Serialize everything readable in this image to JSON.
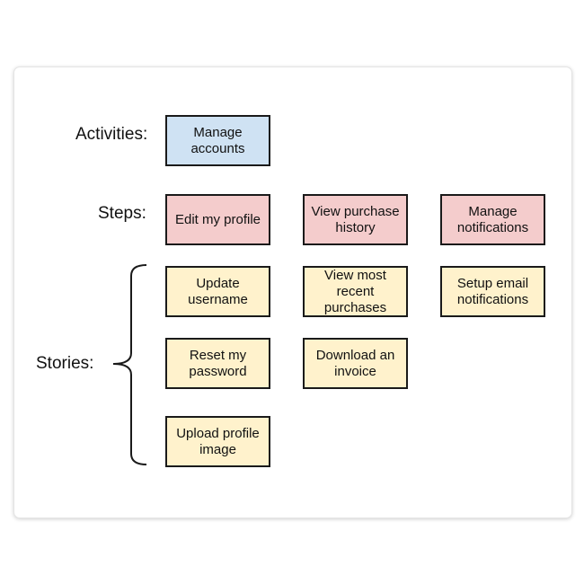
{
  "diagram": {
    "labels": {
      "activities": "Activities:",
      "steps": "Steps:",
      "stories": "Stories:"
    },
    "colors": {
      "activity": "#cfe2f3",
      "step": "#f4cccc",
      "story": "#fff2cc",
      "border": "#1a1a1a"
    },
    "activities": [
      {
        "text": "Manage accounts"
      }
    ],
    "steps": [
      {
        "text": "Edit my profile"
      },
      {
        "text": "View purchase history"
      },
      {
        "text": "Manage notifications"
      }
    ],
    "stories": [
      {
        "text": "Update username"
      },
      {
        "text": "View most recent purchases"
      },
      {
        "text": "Setup email notifications"
      },
      {
        "text": "Reset my password"
      },
      {
        "text": "Download an invoice"
      },
      {
        "text": "Upload profile image"
      }
    ]
  }
}
